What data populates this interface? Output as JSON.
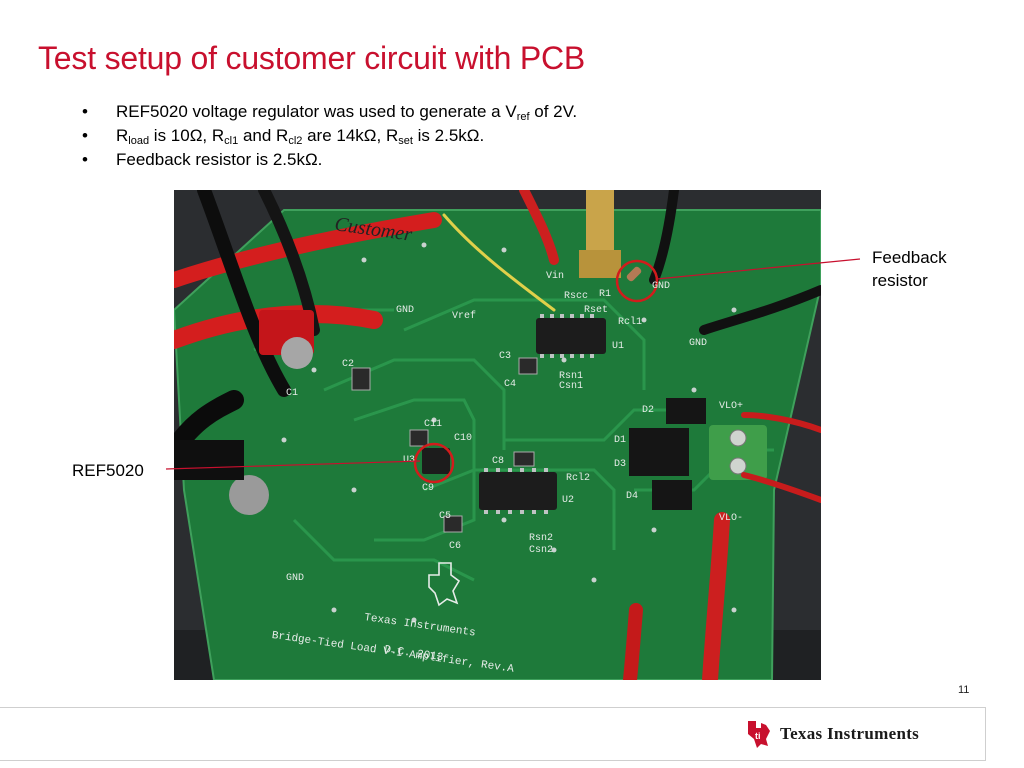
{
  "slide": {
    "title": "Test setup of customer circuit with PCB",
    "page_number": "11"
  },
  "bullets": {
    "b1": {
      "t1": "REF5020 voltage regulator was used to generate a V",
      "s1": "ref",
      "t2": " of 2V."
    },
    "b2": {
      "t1": "R",
      "s1": "load",
      "t2": " is 10Ω, R",
      "s2": "cl1",
      "t3": " and R",
      "s3": "cl2",
      "t4": " are 14kΩ, R",
      "s4": "set",
      "t5": " is 2.5kΩ."
    },
    "b3": {
      "t1": "Feedback resistor is 2.5kΩ."
    }
  },
  "callouts": {
    "feedback_line1": "Feedback",
    "feedback_line2": "resistor",
    "ref5020": "REF5020"
  },
  "pcb": {
    "title_lines": [
      "Texas Instruments",
      "Bridge-Tied Load V-I Amplifier, Rev.A",
      "D.C. 2013"
    ],
    "handwritten": "Customer",
    "labels": {
      "vin": "Vin",
      "gnd_top": "GND",
      "gnd_left": "GND",
      "vref": "Vref",
      "gnd_right": "GND",
      "gnd_bottom": "GND",
      "c1": "C1",
      "c2": "C2",
      "c3": "C3",
      "c4": "C4",
      "c5": "C5",
      "c6": "C6",
      "c8": "C8",
      "c9": "C9",
      "c10": "C10",
      "c11": "C11",
      "u1": "U1",
      "u2": "U2",
      "u3": "U3",
      "r1": "R1",
      "rscc": "Rscc",
      "rset": "Rset",
      "rcl1": "Rcl1",
      "rcl2": "Rcl2",
      "rsn1": "Rsn1",
      "csn1": "Csn1",
      "rsn2": "Rsn2",
      "csn2": "Csn2",
      "d1": "D1",
      "d2": "D2",
      "d3": "D3",
      "d4": "D4",
      "vlo_pos": "VLO+",
      "vlo_neg": "VLO-"
    }
  },
  "brand": {
    "name": "Texas Instruments",
    "accent": "#c8102e"
  }
}
